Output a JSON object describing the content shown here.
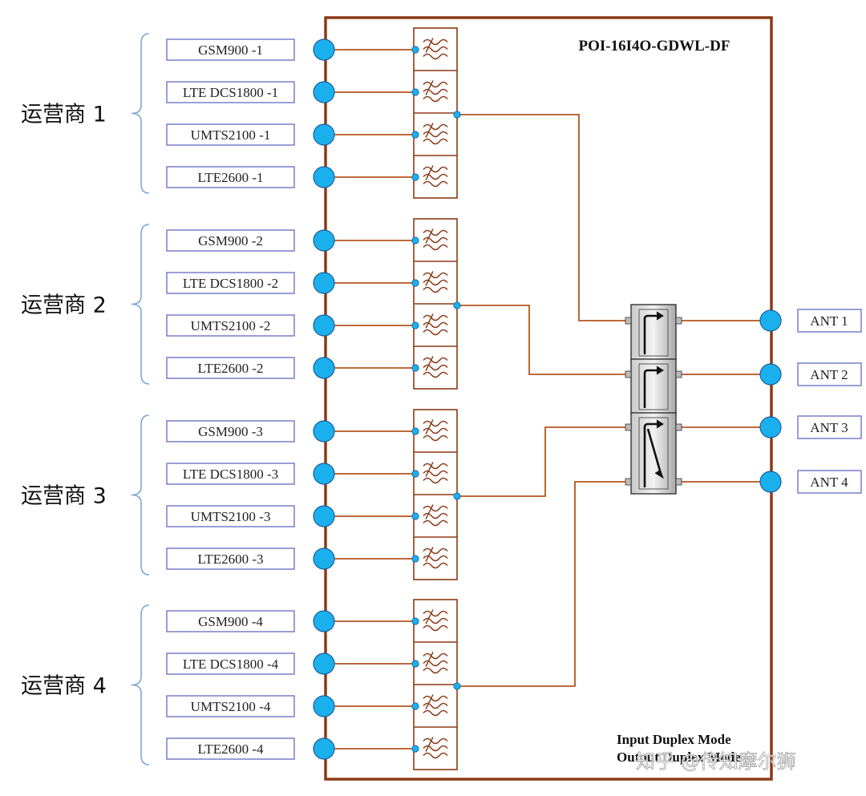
{
  "title": "POI-16I4O-GDWL-DF",
  "operators": [
    {
      "label": "运营商 1",
      "ports": [
        "GSM900 -1",
        "LTE DCS1800 -1",
        "UMTS2100 -1",
        "LTE2600 -1"
      ]
    },
    {
      "label": "运营商 2",
      "ports": [
        "GSM900 -2",
        "LTE DCS1800 -2",
        "UMTS2100 -2",
        "LTE2600 -2"
      ]
    },
    {
      "label": "运营商 3",
      "ports": [
        "GSM900 -3",
        "LTE DCS1800 -3",
        "UMTS2100 -3",
        "LTE2600 -3"
      ]
    },
    {
      "label": "运营商 4",
      "ports": [
        "GSM900 -4",
        "LTE DCS1800 -4",
        "UMTS2100 -4",
        "LTE2600 -4"
      ]
    }
  ],
  "antennas": [
    "ANT 1",
    "ANT 2",
    "ANT 3",
    "ANT 4"
  ],
  "mode_note": {
    "line1": "Input Duplex Mode",
    "line2": "Output Duplex Mode"
  },
  "watermark": "知乎 @传知摩尔狮",
  "colors": {
    "enclosure": "#8b3a16",
    "wire": "#b5551f",
    "port": "#1ab0ee",
    "port_stroke": "#1c5f9a",
    "label_border": "#6f74c8",
    "brace": "#7fa7d8"
  },
  "icons": {
    "filter": "bandpass-filter-icon",
    "hybrid": "hybrid-combiner-icon",
    "port": "port-connector-icon"
  }
}
